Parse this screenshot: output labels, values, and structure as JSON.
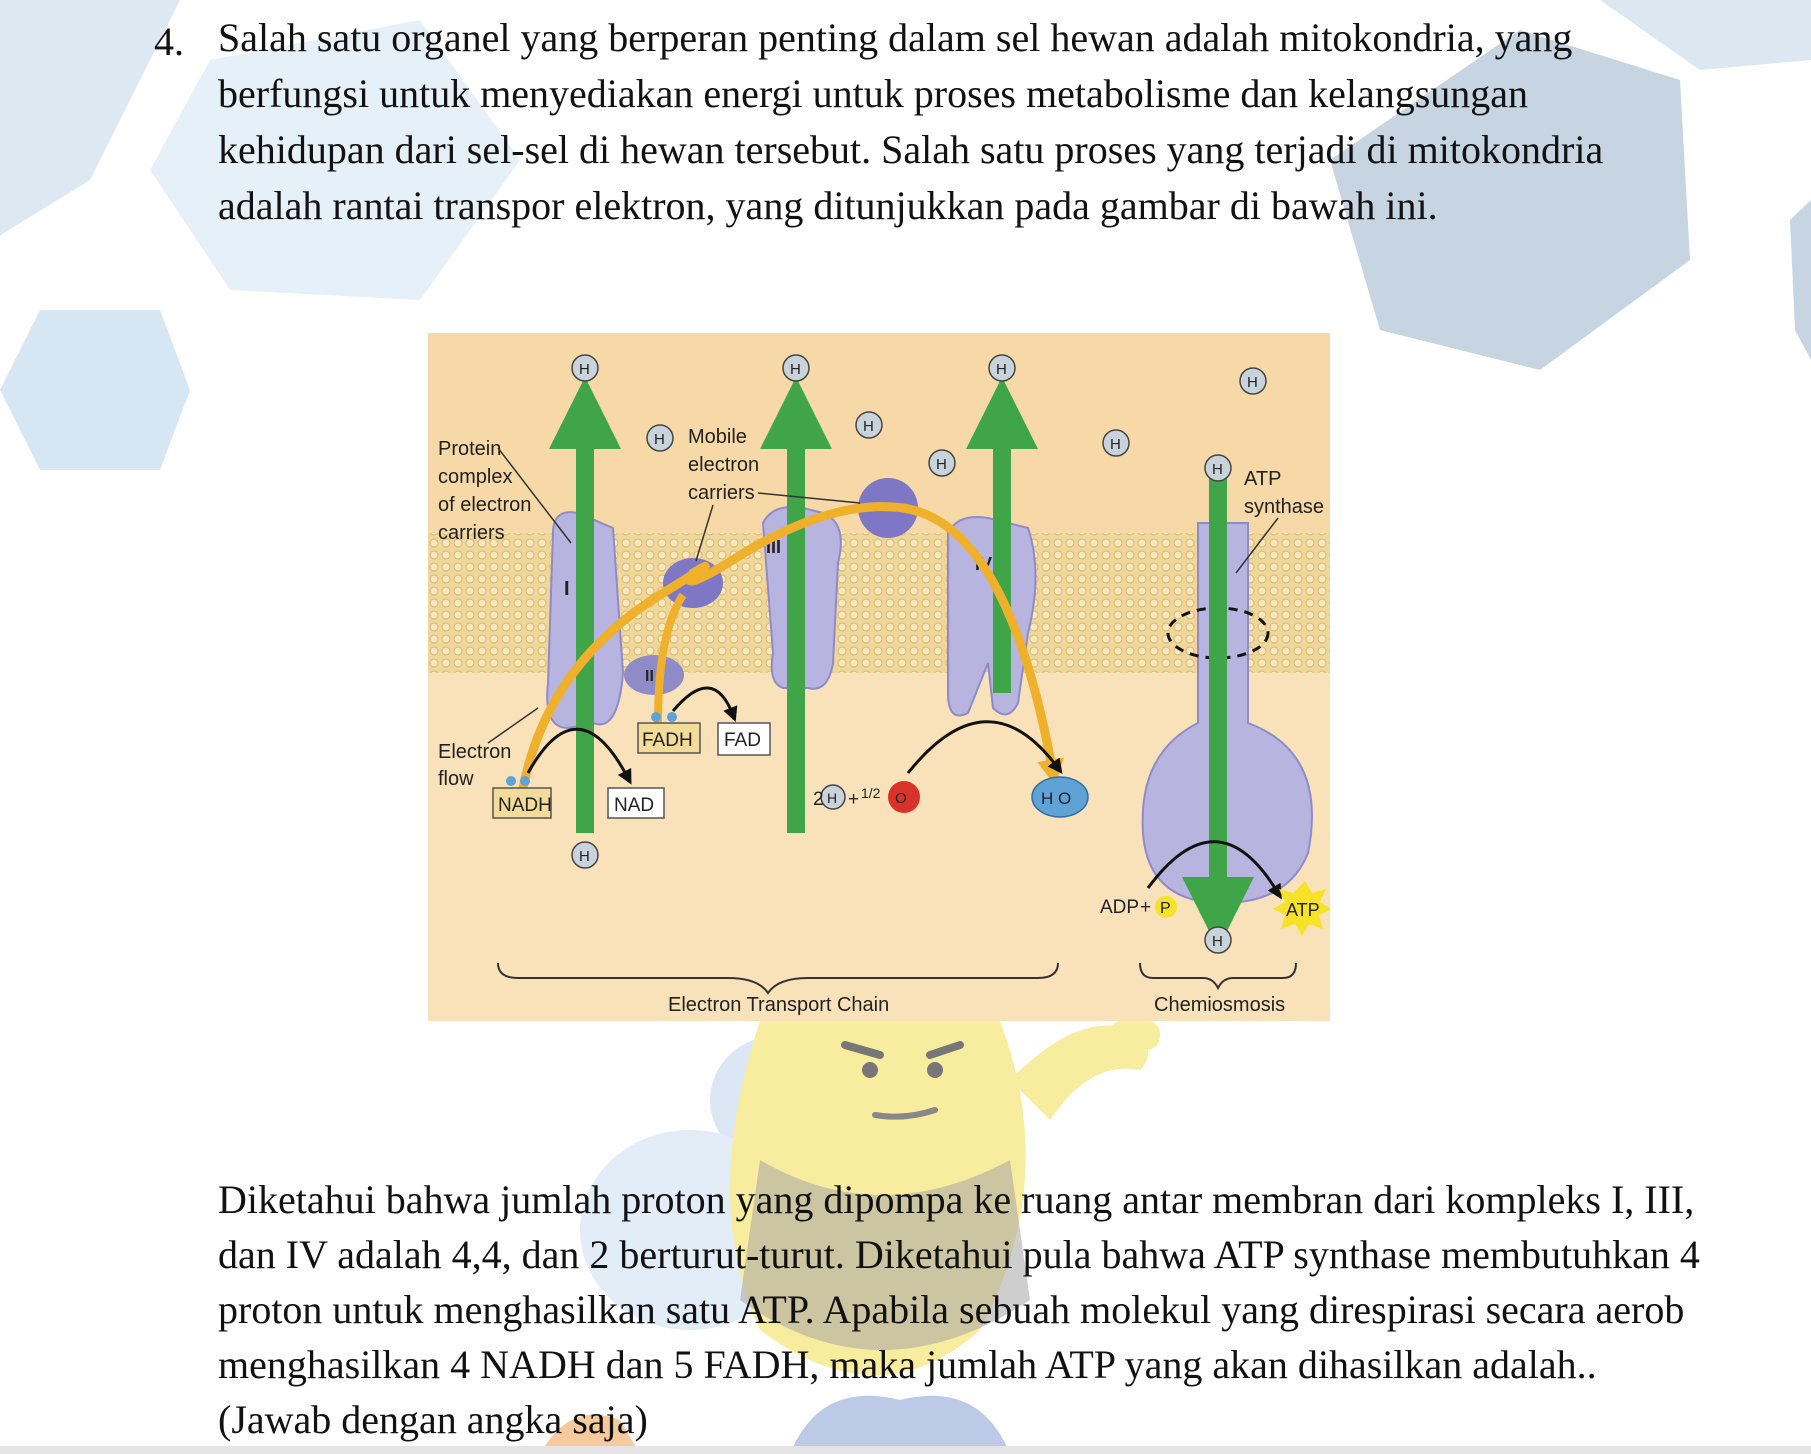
{
  "question": {
    "number": "4.",
    "intro": "Salah satu organel yang berperan penting dalam sel hewan adalah mitokondria, yang berfungsi untuk menyediakan energi untuk proses metabolisme dan kelangsungan kehidupan dari sel-sel di hewan tersebut. Salah satu proses yang terjadi di mitokondria adalah rantai transpor elektron, yang ditunjukkan pada gambar di bawah ini.",
    "body": "Diketahui bahwa jumlah proton yang dipompa ke ruang antar membran dari kompleks I, III, dan IV adalah 4,4, dan 2 berturut-turut. Diketahui pula bahwa ATP synthase membutuhkan 4 proton untuk menghasilkan satu ATP. Apabila sebuah molekul yang direspirasi secara aerob menghasilkan 4 NADH dan 5 FADH, maka jumlah ATP yang akan dihasilkan adalah.. (Jawab dengan angka saja)"
  },
  "figure": {
    "labels": {
      "protein_complex": [
        "Protein",
        "complex",
        "of electron",
        "carriers"
      ],
      "mobile_carriers": [
        "Mobile",
        "electron",
        "carriers"
      ],
      "atp_synthase": [
        "ATP",
        "synthase"
      ],
      "electron_flow": [
        "Electron",
        "flow"
      ],
      "complex_i": "I",
      "complex_ii": "II",
      "complex_iii": "III",
      "complex_iv": "IV",
      "proton": "H",
      "nadh": "NADH",
      "nad": "NAD",
      "fadh2": "FADH",
      "fad": "FAD",
      "two": "2",
      "half": "1/2",
      "plus": "+",
      "oxygen": "O",
      "water": "H O",
      "adp": "ADP",
      "p": "P",
      "atp": "ATP",
      "electron_transport_chain": "Electron Transport Chain",
      "chemiosmosis": "Chemiosmosis"
    },
    "colors": {
      "intermembrane_space": "#f6d9a6",
      "matrix": "#f9e2b9",
      "membrane": "#e8c77e",
      "protein": "#b7b4e0",
      "proton_arrow": "#3fa548",
      "electron_path": "#efb12c",
      "oxygen": "#d9322b",
      "water": "#5ea2d6",
      "atp_burst": "#f7e22a"
    }
  },
  "mascot": {
    "description_icon": "bee-mascot-icon"
  }
}
